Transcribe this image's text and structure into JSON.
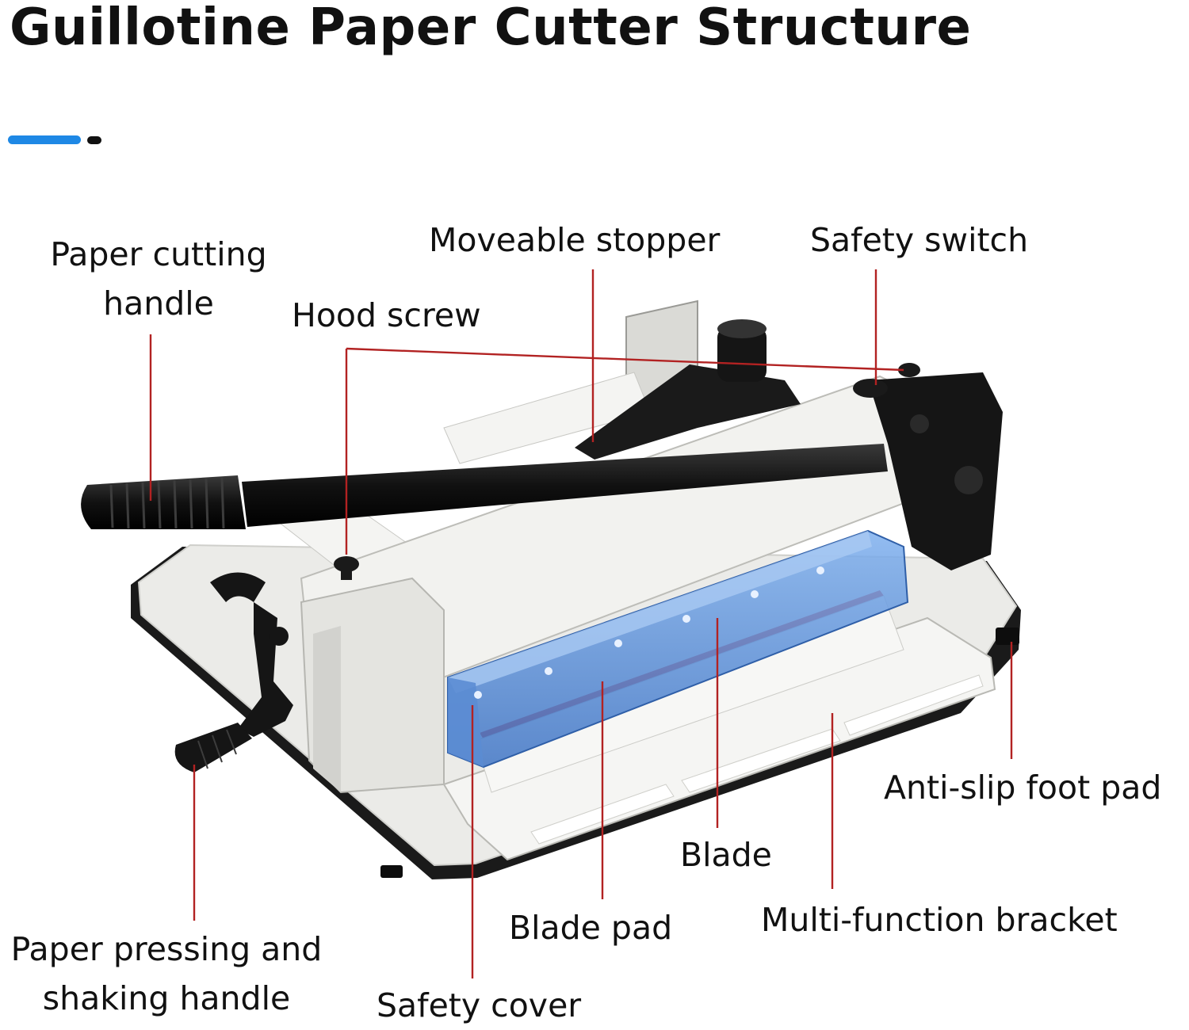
{
  "title": "Guillotine Paper Cutter Structure",
  "colors": {
    "accent_bar": "#1e88e5",
    "leader_lines": "#b22222",
    "machine_body": "#ececea",
    "handle": "#151515",
    "safety_cover": "#5a8fd6"
  },
  "labels": {
    "paper_cutting_handle": "Paper cutting\nhandle",
    "moveable_stopper": "Moveable stopper",
    "safety_switch": "Safety switch",
    "hood_screw": "Hood screw",
    "anti_slip_foot_pad": "Anti-slip foot pad",
    "blade": "Blade",
    "blade_pad": "Blade pad",
    "multi_function_bracket": "Multi-function bracket",
    "paper_pressing_and_shaking_handle": "Paper pressing and\nshaking handle",
    "safety_cover": "Safety cover"
  }
}
